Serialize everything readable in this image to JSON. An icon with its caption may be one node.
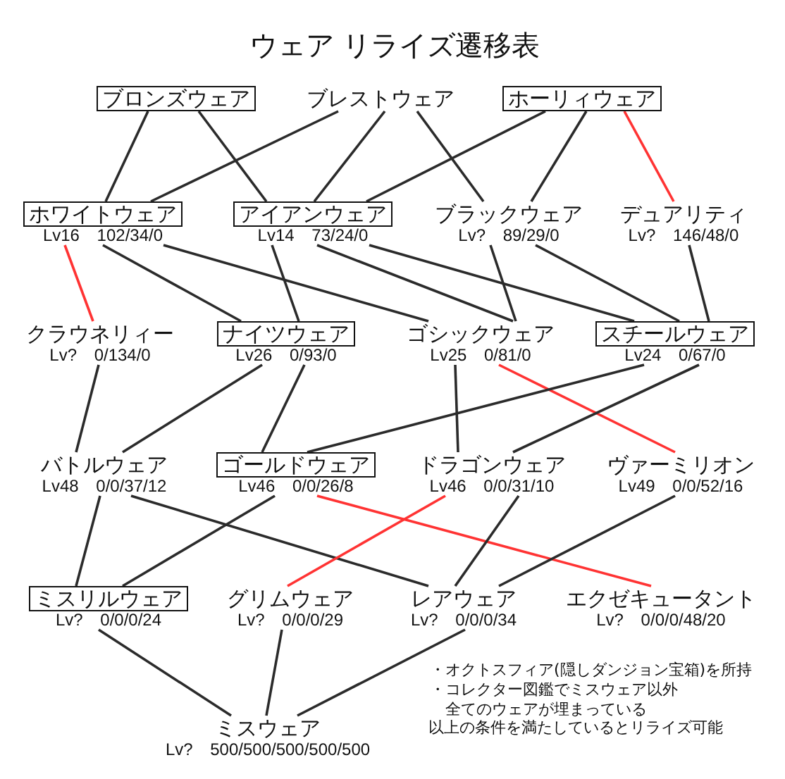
{
  "diagram": {
    "title": "ウェア リライズ遷移表",
    "nodes": [
      {
        "text": [
          "ブロンズウェア"
        ]
      },
      {
        "text": [
          "ブレストウェア"
        ]
      },
      {
        "text": [
          "ホーリィウェア"
        ]
      },
      {
        "text": [
          "ホワイトウェア",
          "Lv16 102/34/0"
        ]
      },
      {
        "text": [
          "アイアンウェア",
          "Lv14 73/24/0"
        ]
      },
      {
        "text": [
          "ブラックウェア",
          "Lv? 89/29/0"
        ]
      },
      {
        "text": [
          "デュアリティ",
          "Lv? 146/48/0"
        ]
      },
      {
        "text": [
          "クラウネリィー",
          "Lv? 0/134/0"
        ]
      },
      {
        "text": [
          "ナイツウェア",
          "Lv26 0/93/0"
        ]
      },
      {
        "text": [
          "ゴシックウェア",
          "Lv25 0/81/0"
        ]
      },
      {
        "text": [
          "スチールウェア",
          "Lv24 0/67/0"
        ]
      },
      {
        "text": [
          "バトルウェア",
          "Lv48 0/0/37/12"
        ]
      },
      {
        "text": [
          "ゴールドウェア",
          "Lv46 0/0/26/8"
        ]
      },
      {
        "text": [
          "ドラゴンウェア",
          "Lv46 0/0/31/10"
        ]
      },
      {
        "text": [
          "ヴァーミリオン",
          "Lv49 0/0/52/16"
        ]
      },
      {
        "text": [
          "ミスリルウェア",
          "Lv? 0/0/0/24"
        ]
      },
      {
        "text": [
          "グリムウェア",
          "Lv? 0/0/0/29"
        ]
      },
      {
        "text": [
          "レアウェア",
          "Lv? 0/0/0/34"
        ]
      },
      {
        "text": [
          "エクゼキュータント",
          "Lv? 0/0/0/48/20"
        ]
      },
      {
        "text": [
          "ミスウェア",
          "Lv? 500/500/500/500/500"
        ]
      }
    ],
    "edges": [
      {
        "from": 0,
        "to": 3,
        "arrow": "none"
      },
      {
        "from": 0,
        "to": 4,
        "arrow": "none"
      },
      {
        "from": 1,
        "to": 3,
        "arrow": "none"
      },
      {
        "from": 1,
        "to": 4,
        "arrow": "none"
      },
      {
        "from": 1,
        "to": 5,
        "arrow": "none"
      },
      {
        "from": 2,
        "to": 4,
        "arrow": "none"
      },
      {
        "from": 2,
        "to": 5,
        "arrow": "none"
      },
      {
        "from": 2,
        "to": 6,
        "arrow": "none",
        "color": "#ff3333"
      },
      {
        "from": 3,
        "to": 7,
        "arrow": "none",
        "color": "#ff3333"
      },
      {
        "from": 3,
        "to": 8,
        "arrow": "none"
      },
      {
        "from": 3,
        "to": 9,
        "arrow": "none"
      },
      {
        "from": 4,
        "to": 8,
        "arrow": "none"
      },
      {
        "from": 4,
        "to": 9,
        "arrow": "none"
      },
      {
        "from": 4,
        "to": 10,
        "arrow": "none"
      },
      {
        "from": 5,
        "to": 9,
        "arrow": "none"
      },
      {
        "from": 5,
        "to": 10,
        "arrow": "none"
      },
      {
        "from": 6,
        "to": 10,
        "arrow": "none"
      },
      {
        "from": 7,
        "to": 11,
        "arrow": "none"
      },
      {
        "from": 8,
        "to": 11,
        "arrow": "none"
      },
      {
        "from": 8,
        "to": 12,
        "arrow": "none"
      },
      {
        "from": 9,
        "to": 13,
        "arrow": "none"
      },
      {
        "from": 9,
        "to": 14,
        "arrow": "none",
        "color": "#ff3333"
      },
      {
        "from": 10,
        "to": 12,
        "arrow": "none"
      },
      {
        "from": 10,
        "to": 13,
        "arrow": "none"
      },
      {
        "from": 11,
        "to": 15,
        "arrow": "none"
      },
      {
        "from": 11,
        "to": 17,
        "arrow": "none"
      },
      {
        "from": 12,
        "to": 15,
        "arrow": "none"
      },
      {
        "from": 12,
        "to": 18,
        "arrow": "none",
        "color": "#ff3333"
      },
      {
        "from": 13,
        "to": 16,
        "arrow": "none",
        "color": "#ff3333"
      },
      {
        "from": 13,
        "to": 17,
        "arrow": "none"
      },
      {
        "from": 14,
        "to": 17,
        "arrow": "none"
      },
      {
        "from": 15,
        "to": 19,
        "arrow": "none"
      },
      {
        "from": 16,
        "to": 19,
        "arrow": "none"
      },
      {
        "from": 17,
        "to": 19,
        "arrow": "none"
      }
    ],
    "labels": [
      "・オクトスフィア(隠しダンジョン宝箱)を所持",
      "・コレクター図鑑でミスウェア以外全てのウェアが埋まっている",
      "以上の条件を満たしているとリライズ可能"
    ]
  }
}
